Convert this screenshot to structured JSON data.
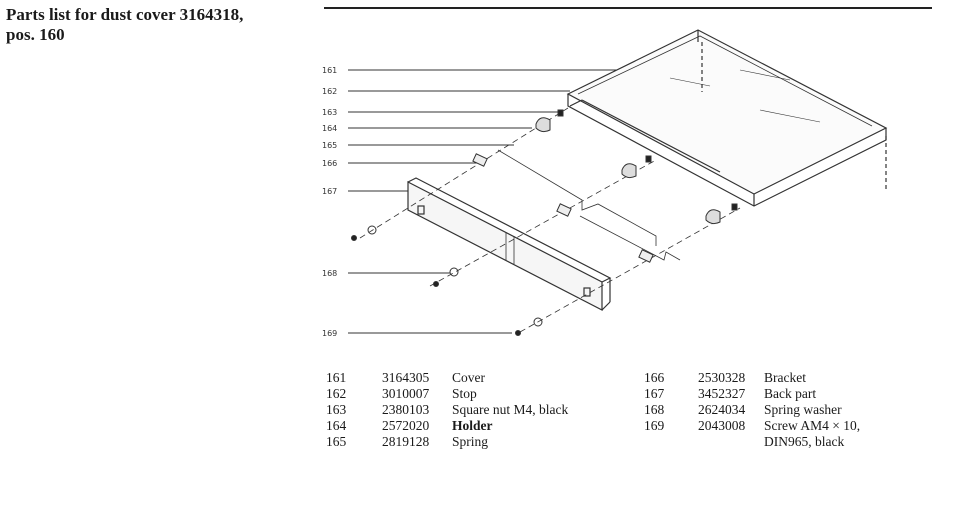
{
  "document": {
    "title": "Parts list for dust cover 3164318,\npos. 160"
  },
  "diagram": {
    "callouts": [
      "161",
      "162",
      "163",
      "164",
      "165",
      "166",
      "167",
      "168",
      "169"
    ]
  },
  "parts_list": {
    "left": [
      {
        "pos": "161",
        "art": "3164305",
        "desc": "Cover",
        "bold": false
      },
      {
        "pos": "162",
        "art": "3010007",
        "desc": "Stop",
        "bold": false
      },
      {
        "pos": "163",
        "art": "2380103",
        "desc": "Square nut M4, black",
        "bold": false
      },
      {
        "pos": "164",
        "art": "2572020",
        "desc": "Holder",
        "bold": true
      },
      {
        "pos": "165",
        "art": "2819128",
        "desc": "Spring",
        "bold": false
      }
    ],
    "right": [
      {
        "pos": "166",
        "art": "2530328",
        "desc": "Bracket",
        "bold": false
      },
      {
        "pos": "167",
        "art": "3452327",
        "desc": "Back part",
        "bold": false
      },
      {
        "pos": "168",
        "art": "2624034",
        "desc": "Spring washer",
        "bold": false
      },
      {
        "pos": "169",
        "art": "2043008",
        "desc": "Screw AM4 × 10,\nDIN965, black",
        "bold": false
      }
    ]
  }
}
